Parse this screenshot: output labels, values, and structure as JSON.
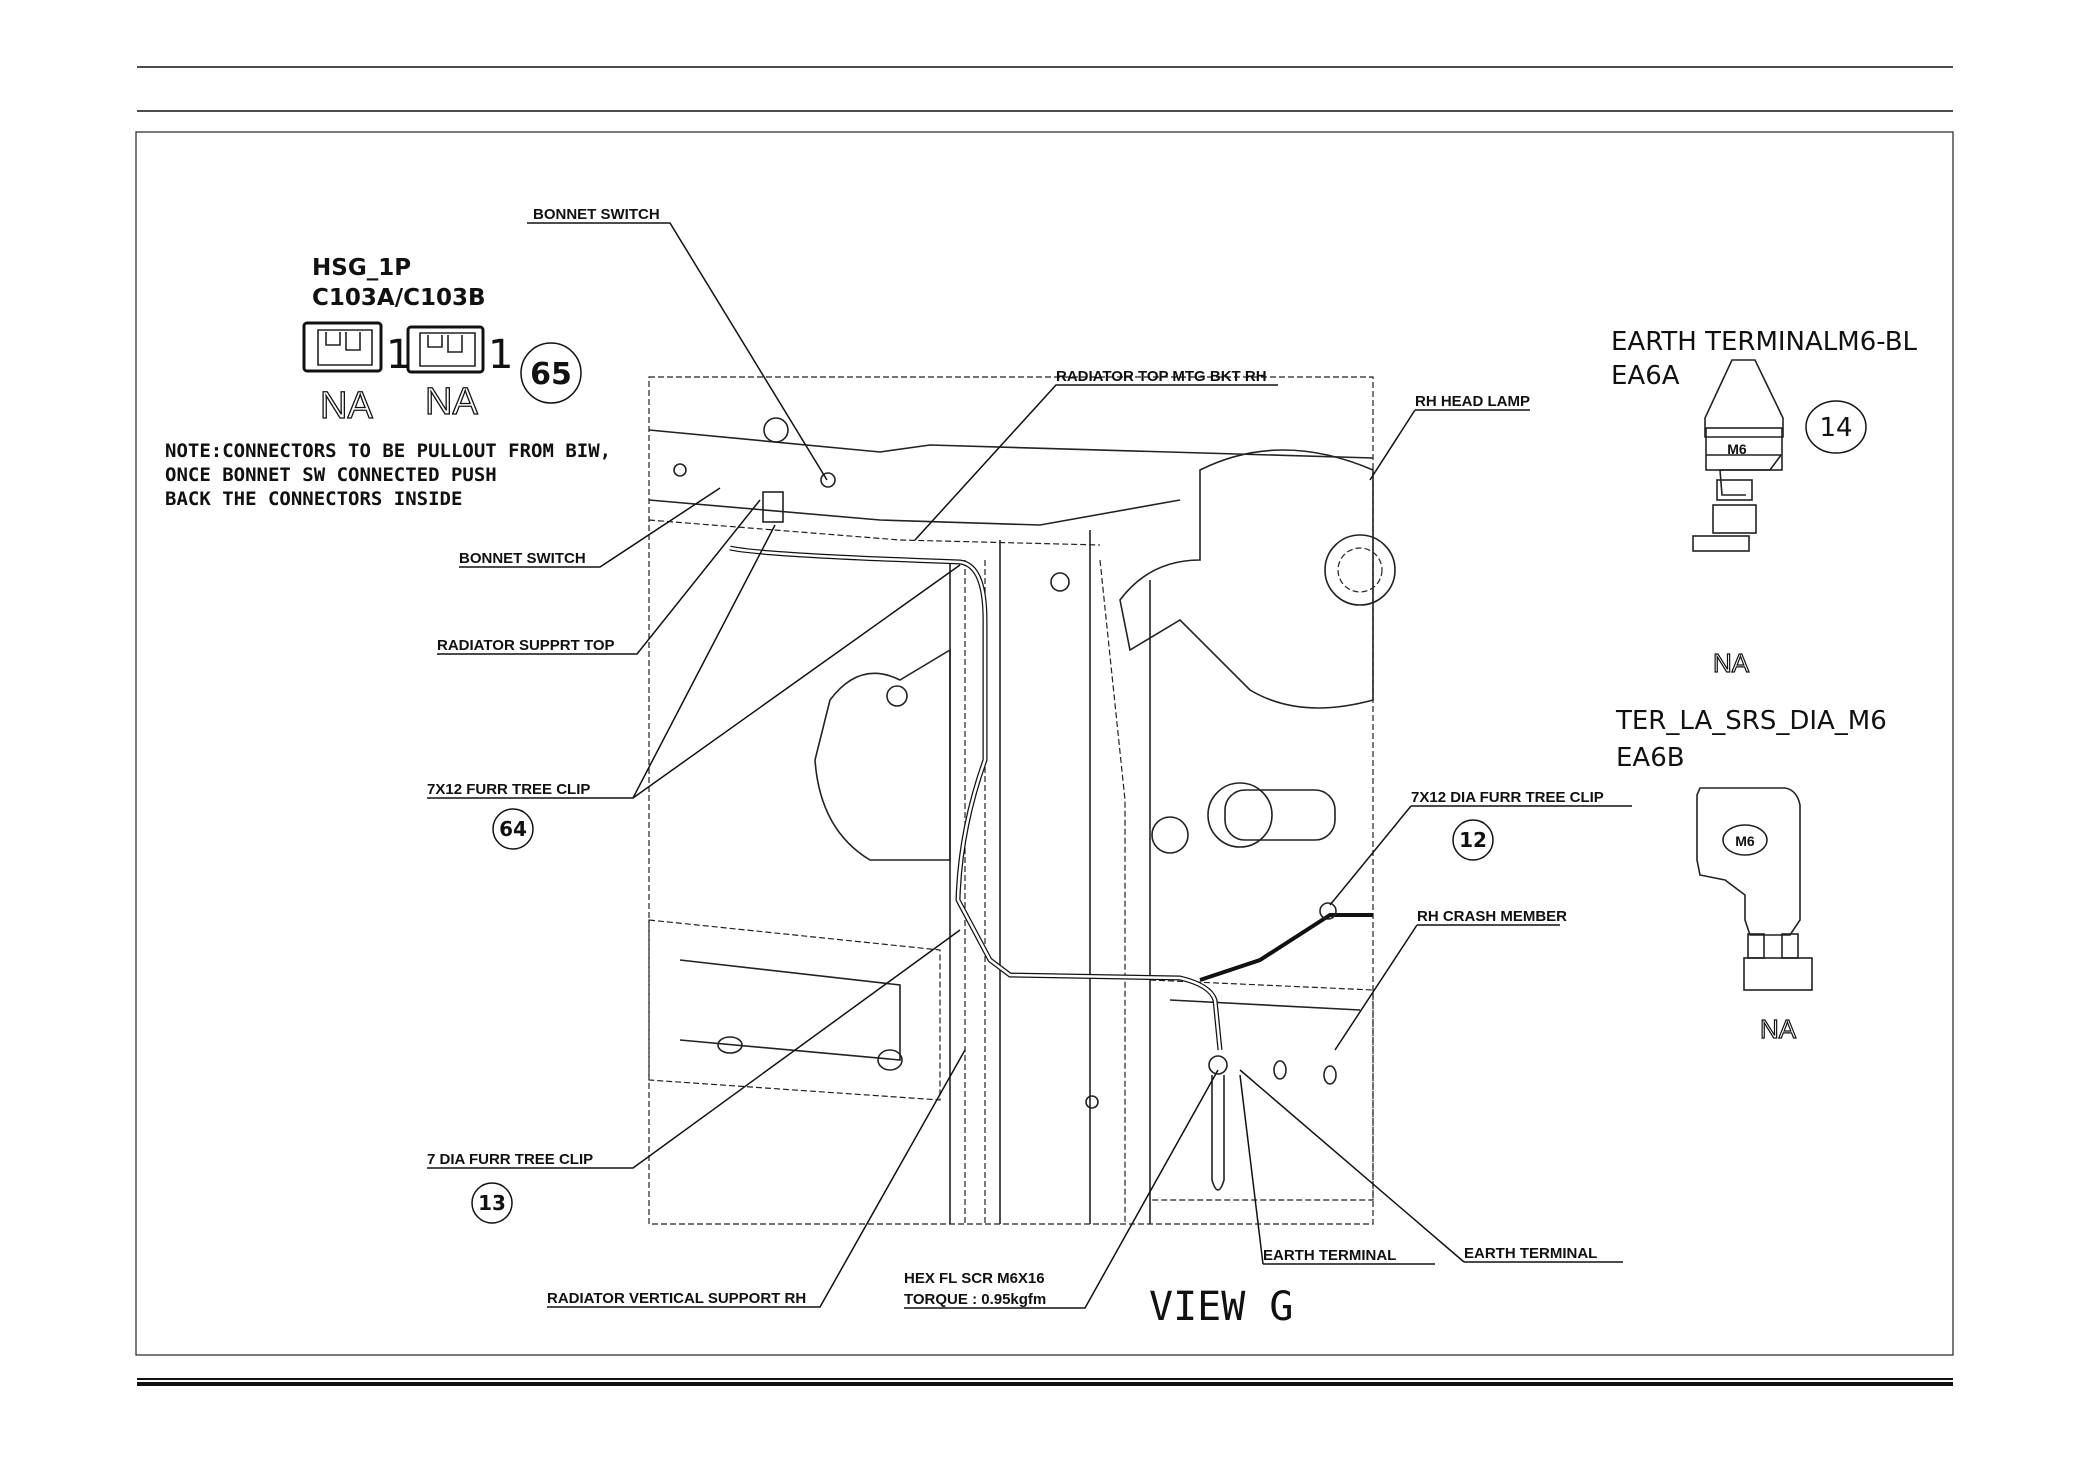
{
  "connector_spec": {
    "title": "HSG_1P",
    "part_numbers": "C103A/C103B",
    "pin_labels": [
      "1",
      "1"
    ],
    "status": [
      "NA",
      "NA"
    ],
    "callout": "65",
    "note_lines": [
      "NOTE:CONNECTORS TO BE PULLOUT FROM BIW,",
      "ONCE BONNET SW CONNECTED PUSH",
      "BACK THE CONNECTORS INSIDE"
    ]
  },
  "labels": {
    "bonnet_switch_top": "BONNET SWITCH",
    "bonnet_switch": "BONNET SWITCH",
    "radiator_support_top": "RADIATOR SUPPRT TOP",
    "furr_tree_clip_7x12": "7X12  FURR TREE CLIP",
    "furr_tree_clip_7x12_callout": "64",
    "dia_furr_tree_clip_7": "7 DIA FURR TREE CLIP",
    "dia_furr_tree_clip_7_callout": "13",
    "radiator_vertical_support": "RADIATOR VERTICAL SUPPORT RH",
    "hex_screw_line1": "HEX FL SCR M6X16",
    "hex_screw_line2": "TORQUE : 0.95kgfm",
    "radiator_top_bkt": "RADIATOR TOP MTG BKT RH",
    "rh_head_lamp": "RH HEAD LAMP",
    "dia_furr_tree_clip_7x12": "7X12 DIA FURR TREE CLIP",
    "dia_furr_tree_clip_7x12_callout": "12",
    "rh_crash_member": "RH CRASH MEMBER",
    "earth_terminal_1": "EARTH TERMINAL",
    "earth_terminal_2": "EARTH TERMINAL",
    "view_title": "VIEW G"
  },
  "earth_terminal_a": {
    "title": "EARTH TERMINALM6-BL",
    "code": "EA6A",
    "callout": "14",
    "marking": "M6",
    "status": "NA"
  },
  "earth_terminal_b": {
    "title": "TER_LA_SRS_DIA_M6",
    "code": "EA6B",
    "marking": "M6",
    "status": "NA"
  }
}
